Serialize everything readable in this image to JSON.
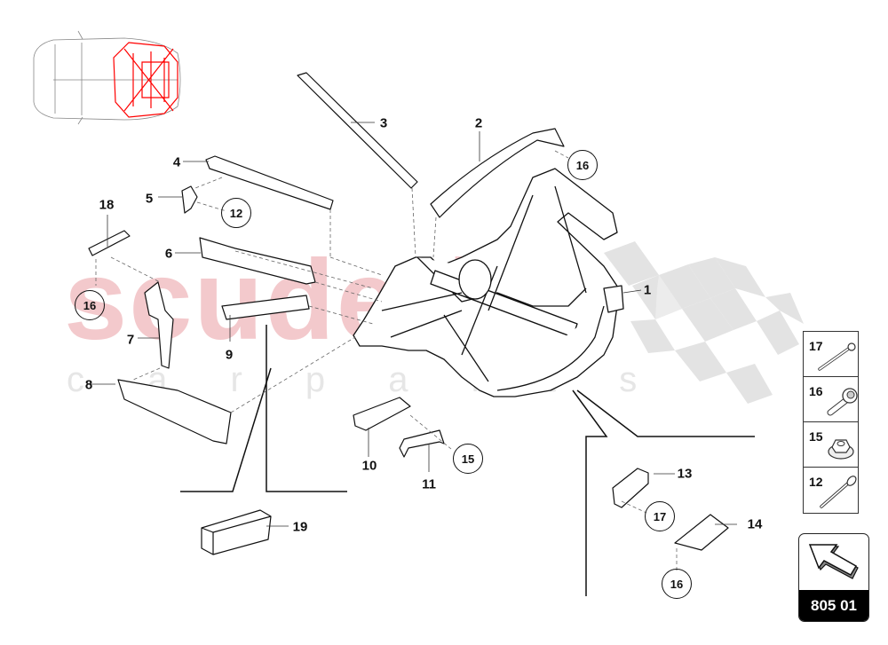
{
  "diagram": {
    "title_code": "805 01",
    "watermark": {
      "main": "scuderia",
      "sub": "c a r   p a r t s",
      "main_color": "#f3c9cc",
      "sub_color": "#e6e6e6"
    },
    "thumbnail": {
      "label": "vehicle-top-view",
      "highlight_color": "#ff0000"
    },
    "callouts": [
      {
        "id": "1",
        "label": "1"
      },
      {
        "id": "2",
        "label": "2"
      },
      {
        "id": "3",
        "label": "3"
      },
      {
        "id": "4",
        "label": "4"
      },
      {
        "id": "5",
        "label": "5"
      },
      {
        "id": "6",
        "label": "6"
      },
      {
        "id": "7",
        "label": "7"
      },
      {
        "id": "8",
        "label": "8"
      },
      {
        "id": "9",
        "label": "9"
      },
      {
        "id": "10",
        "label": "10"
      },
      {
        "id": "11",
        "label": "11"
      },
      {
        "id": "13",
        "label": "13"
      },
      {
        "id": "14",
        "label": "14"
      },
      {
        "id": "18",
        "label": "18"
      },
      {
        "id": "19",
        "label": "19"
      }
    ],
    "circled_refs": [
      {
        "label": "16"
      },
      {
        "label": "12"
      },
      {
        "label": "16"
      },
      {
        "label": "15"
      },
      {
        "label": "17"
      },
      {
        "label": "16"
      }
    ],
    "legend": [
      {
        "label": "17",
        "part": "bolt"
      },
      {
        "label": "16",
        "part": "stud-with-nut"
      },
      {
        "label": "15",
        "part": "flange-nut"
      },
      {
        "label": "12",
        "part": "screw"
      }
    ],
    "nav": {
      "icon": "arrow-back-icon",
      "code": "805 01"
    }
  }
}
